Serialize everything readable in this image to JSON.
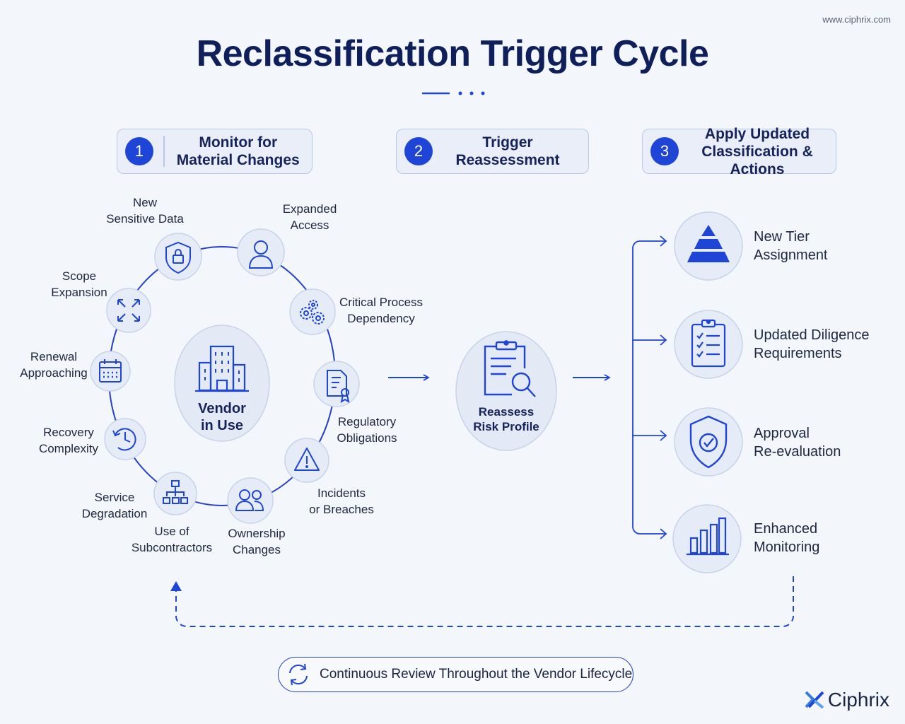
{
  "site_url": "www.ciphrix.com",
  "title": "Reclassification Trigger Cycle",
  "steps": [
    {
      "number": "1",
      "label_line1": "Monitor for",
      "label_line2": "Material Changes"
    },
    {
      "number": "2",
      "label": "Trigger Reassessment"
    },
    {
      "number": "3",
      "label_line1": "Apply Updated",
      "label_line2": "Classification & Actions"
    }
  ],
  "center": {
    "line1": "Vendor",
    "line2": "in Use",
    "icon": "building-icon"
  },
  "triggers": [
    {
      "line1": "New",
      "line2": "Sensitive Data",
      "icon": "shield-lock-icon"
    },
    {
      "line1": "Expanded",
      "line2": "Access",
      "icon": "user-icon"
    },
    {
      "line1": "Critical Process",
      "line2": "Dependency",
      "icon": "gears-icon"
    },
    {
      "line1": "Regulatory",
      "line2": "Obligations",
      "icon": "certificate-icon"
    },
    {
      "line1": "Incidents",
      "line2": "or Breaches",
      "icon": "warning-icon"
    },
    {
      "line1": "Ownership",
      "line2": "Changes",
      "icon": "people-icon"
    },
    {
      "line1": "Use of",
      "line2": "Subcontractors",
      "icon": "hierarchy-icon"
    },
    {
      "line1": "Service",
      "line2": "Degradation",
      "icon": "hierarchy-icon"
    },
    {
      "line1": "Recovery",
      "line2": "Complexity",
      "icon": "clock-refresh-icon"
    },
    {
      "line1": "Renewal",
      "line2": "Approaching",
      "icon": "calendar-icon"
    },
    {
      "line1": "Scope",
      "line2": "Expansion",
      "icon": "expand-arrows-icon"
    }
  ],
  "reassess": {
    "line1": "Reassess",
    "line2": "Risk Profile",
    "icon": "clipboard-search-icon"
  },
  "outcomes": [
    {
      "line1": "New Tier",
      "line2": "Assignment",
      "icon": "pyramid-icon"
    },
    {
      "line1": "Updated Diligence",
      "line2": "Requirements",
      "icon": "checklist-icon"
    },
    {
      "line1": "Approval",
      "line2": "Re-evaluation",
      "icon": "shield-check-icon"
    },
    {
      "line1": "Enhanced",
      "line2": "Monitoring",
      "icon": "bar-chart-icon"
    }
  ],
  "footer_pill": {
    "text": "Continuous Review Throughout the Vendor Lifecycle",
    "icon": "cycle-arrows-icon"
  },
  "brand": {
    "name": "Ciphrix",
    "icon": "ciphrix-logo-icon"
  },
  "colors": {
    "accent": "#1f45d6",
    "title": "#0f1f5c",
    "background": "#f3f6fb",
    "circle_fill": "#e6ecf7"
  }
}
